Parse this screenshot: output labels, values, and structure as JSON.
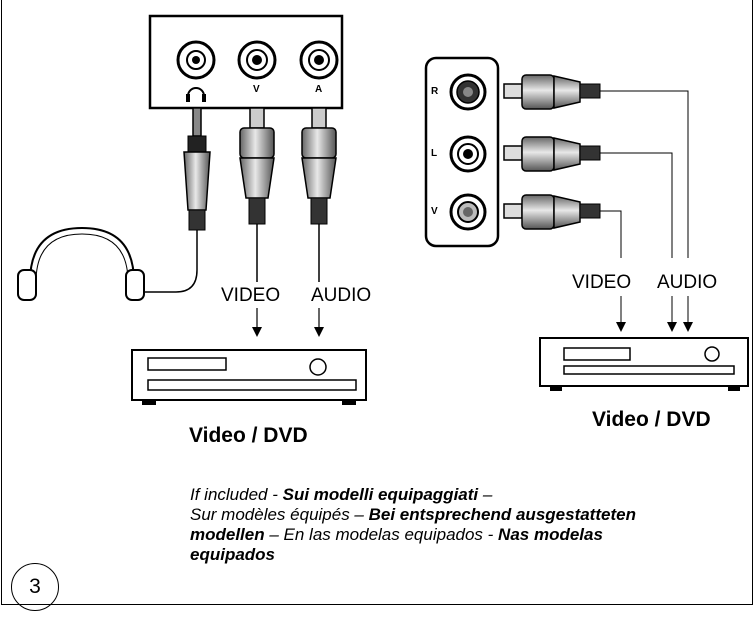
{
  "left_panel": {
    "jack_labels": [
      "V",
      "A"
    ],
    "signal_labels": [
      "VIDEO",
      "AUDIO"
    ],
    "device_label": "Video / DVD"
  },
  "right_panel": {
    "jack_labels": [
      "R",
      "L",
      "V"
    ],
    "signal_labels": [
      "VIDEO",
      "AUDIO"
    ],
    "device_label": "Video / DVD"
  },
  "caption": {
    "p1": "If included - ",
    "p2": "Sui modelli equipaggiati",
    "p3": " –",
    "p4": " Sur modèles équipés – ",
    "p5": "Bei entsprechend ausgestatteten modellen",
    "p6": " – En las modelas equipados -  ",
    "p7": "Nas modelas equipados"
  },
  "step_number": "3"
}
